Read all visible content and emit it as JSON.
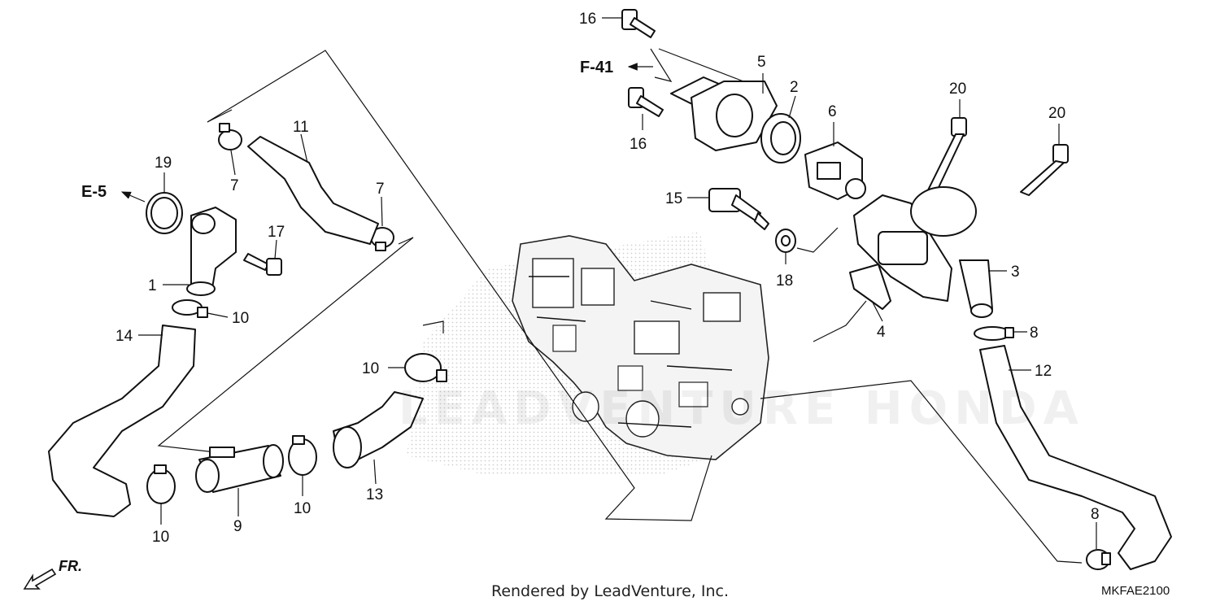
{
  "diagram": {
    "parts": [
      {
        "id": "p1",
        "number": "1"
      },
      {
        "id": "p2",
        "number": "2"
      },
      {
        "id": "p3",
        "number": "3"
      },
      {
        "id": "p4",
        "number": "4"
      },
      {
        "id": "p5",
        "number": "5"
      },
      {
        "id": "p6",
        "number": "6"
      },
      {
        "id": "p7a",
        "number": "7"
      },
      {
        "id": "p7b",
        "number": "7"
      },
      {
        "id": "p8a",
        "number": "8"
      },
      {
        "id": "p8b",
        "number": "8"
      },
      {
        "id": "p9",
        "number": "9"
      },
      {
        "id": "p10a",
        "number": "10"
      },
      {
        "id": "p10b",
        "number": "10"
      },
      {
        "id": "p10c",
        "number": "10"
      },
      {
        "id": "p10d",
        "number": "10"
      },
      {
        "id": "p11",
        "number": "11"
      },
      {
        "id": "p12",
        "number": "12"
      },
      {
        "id": "p13",
        "number": "13"
      },
      {
        "id": "p14",
        "number": "14"
      },
      {
        "id": "p15",
        "number": "15"
      },
      {
        "id": "p16a",
        "number": "16"
      },
      {
        "id": "p16b",
        "number": "16"
      },
      {
        "id": "p17",
        "number": "17"
      },
      {
        "id": "p18",
        "number": "18"
      },
      {
        "id": "p19",
        "number": "19"
      },
      {
        "id": "p20a",
        "number": "20"
      },
      {
        "id": "p20b",
        "number": "20"
      }
    ],
    "references": [
      {
        "id": "ref-f41",
        "label": "F-41"
      },
      {
        "id": "ref-e5",
        "label": "E-5"
      }
    ],
    "direction_label": "FR.",
    "footer": "Rendered by LeadVenture, Inc.",
    "diagram_code": "MKFAE2100",
    "watermark": "LEADVENTURE HONDA"
  }
}
